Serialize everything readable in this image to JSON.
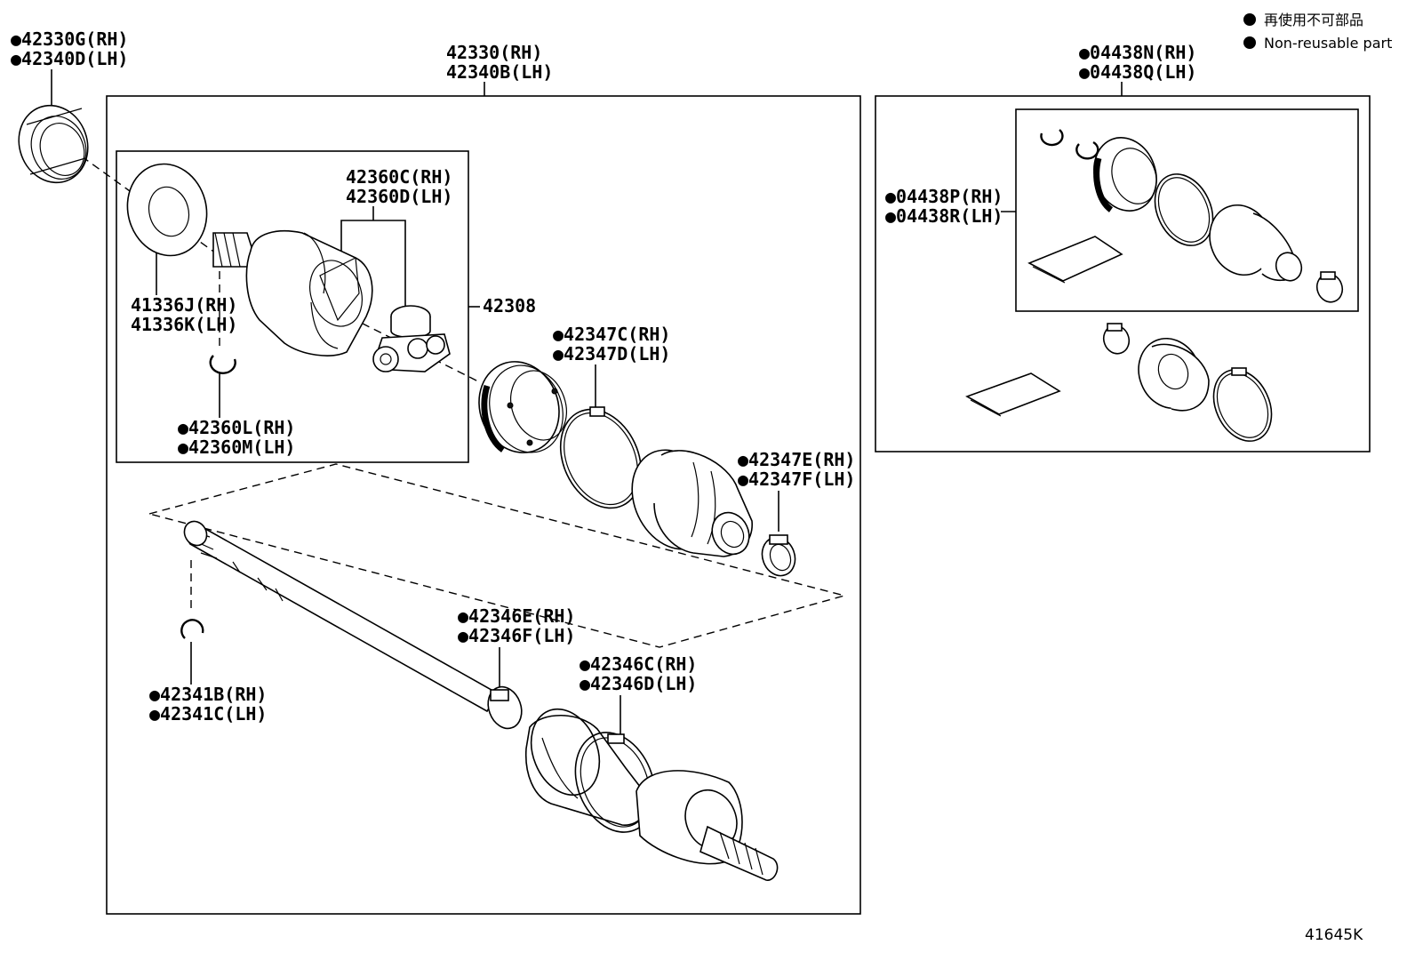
{
  "legend": {
    "marker": "●",
    "jp": "再使用不可部品",
    "en": "Non-reusable part"
  },
  "diagram_code": "41645K",
  "labels": {
    "p42330G": {
      "l1": "●42330G(RH)",
      "l2": "●42340D(LH)"
    },
    "p42330": {
      "l1": "42330(RH)",
      "l2": "42340B(LH)"
    },
    "p04438N": {
      "l1": "●04438N(RH)",
      "l2": "●04438Q(LH)"
    },
    "p04438P": {
      "l1": "●04438P(RH)",
      "l2": "●04438R(LH)"
    },
    "p42360C": {
      "l1": "42360C(RH)",
      "l2": "42360D(LH)"
    },
    "p42308": {
      "l1": "42308"
    },
    "p41336J": {
      "l1": "41336J(RH)",
      "l2": "41336K(LH)"
    },
    "p42360L": {
      "l1": "●42360L(RH)",
      "l2": "●42360M(LH)"
    },
    "p42347C": {
      "l1": "●42347C(RH)",
      "l2": "●42347D(LH)"
    },
    "p42347E": {
      "l1": "●42347E(RH)",
      "l2": "●42347F(LH)"
    },
    "p42346E": {
      "l1": "●42346E(RH)",
      "l2": "●42346F(LH)"
    },
    "p42346C": {
      "l1": "●42346C(RH)",
      "l2": "●42346D(LH)"
    },
    "p42341B": {
      "l1": "●42341B(RH)",
      "l2": "●42341C(LH)"
    }
  }
}
